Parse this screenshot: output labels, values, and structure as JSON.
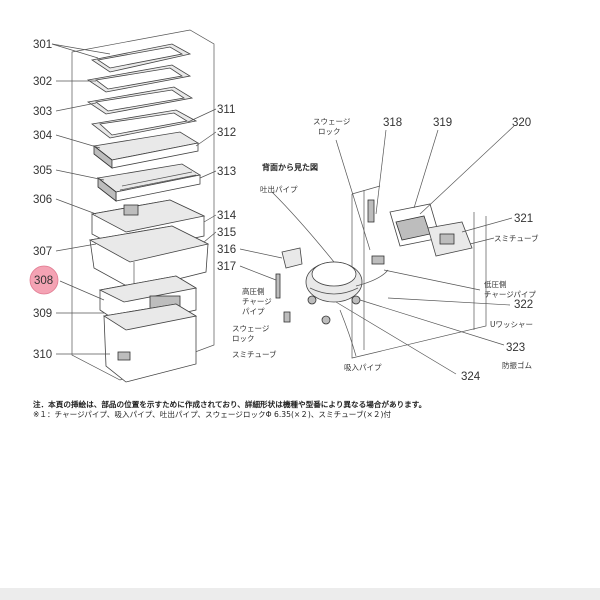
{
  "labels": {
    "l301": "301",
    "l302": "302",
    "l303": "303",
    "l304": "304",
    "l305": "305",
    "l306": "306",
    "l307": "307",
    "l308": "308",
    "l309": "309",
    "l310": "310",
    "l311": "311",
    "l312": "312",
    "l313": "313",
    "l314": "314",
    "l315": "315",
    "l316": "316",
    "l317": "317",
    "l318": "318",
    "l319": "319",
    "l320": "320",
    "l321": "321",
    "l322": "322",
    "l323": "323",
    "l324": "324"
  },
  "captions": {
    "back_view": "背面から見た図",
    "discharge_pipe": "吐出パイプ",
    "swage_lock_top_1": "スウェージ",
    "swage_lock_top_2": "ロック",
    "sumi_tube_right": "スミチューブ",
    "low_pressure_1": "低圧側",
    "low_pressure_2": "チャージパイプ",
    "u_washer": "Uワッシャー",
    "anti_vibration": "防振ゴム",
    "high_pressure_1": "高圧側",
    "high_pressure_2": "チャージ",
    "high_pressure_3": "パイプ",
    "swage_lock_low_1": "スウェージ",
    "swage_lock_low_2": "ロック",
    "sumi_tube_left": "スミチューブ",
    "suction_pipe": "吸入パイプ"
  },
  "notes": {
    "note1": "注．本頁の挿絵は、部品の位置を示すために作成されており、詳細形状は機種や型番により異なる場合があります。",
    "note2": "※１：チャージパイプ、吸入パイプ、吐出パイプ、スウェージロックΦ 6.35(×２)、スミチューブ(×２)付"
  },
  "colors": {
    "highlight_fill": "#f4a3b4",
    "highlight_stroke": "#e0788f"
  }
}
